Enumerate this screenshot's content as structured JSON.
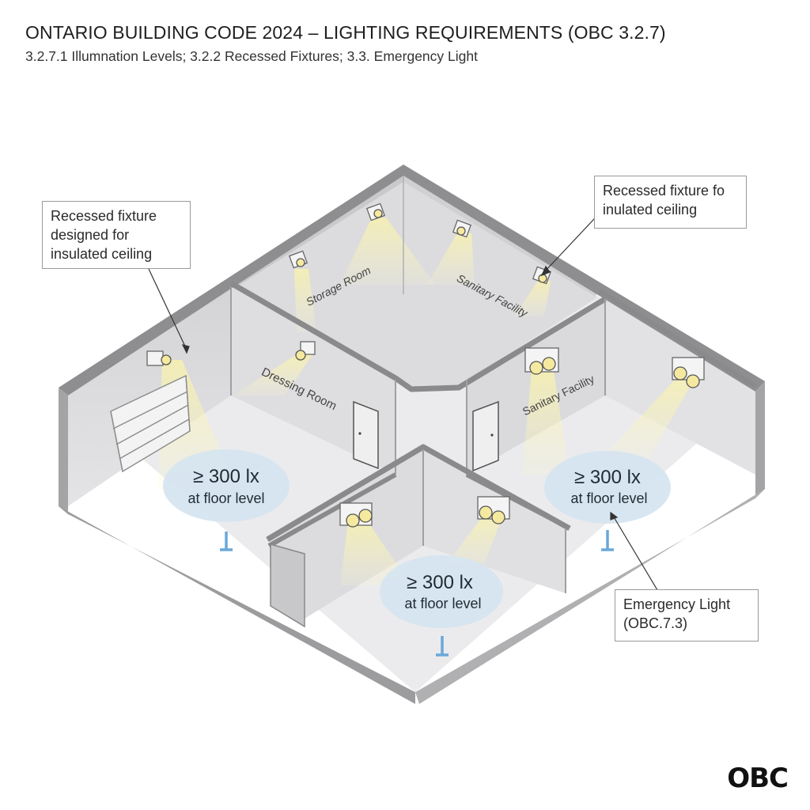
{
  "header": {
    "title": "ONTARIO BUILDING CODE 2024 – LIGHTING REQUIREMENTS (OBC 3.2.7)",
    "subtitle": "3.2.7.1 Illumnation Levels; 3.2.2 Recessed Fixtures; 3.3. Emergency Light"
  },
  "rooms": {
    "storage": "Storage Room",
    "sanitary_back": "Sanitary Facility",
    "dressing": "Dressing Room",
    "sanitary_right": "Sanitary Facility"
  },
  "zones": [
    {
      "value": "≥ 300 lx",
      "note": "at floor level"
    },
    {
      "value": "≥ 300 lx",
      "note": "at floor level"
    },
    {
      "value": "≥ 300 lx",
      "note": "at floor level"
    }
  ],
  "callouts": {
    "left": "Recessed fixture designed for insulated ceiling",
    "right": "Recessed fixture fo inulated ceiling",
    "emergency_line1": "Emergency Light",
    "emergency_line2": "(OBC.7.3)"
  },
  "logo": "OBC",
  "colors": {
    "wall": "#d7d7d9",
    "floor": "#ececee",
    "beam": "#fbf6c4",
    "zone": "#d8e6f0",
    "marker": "#7fb0d6"
  }
}
